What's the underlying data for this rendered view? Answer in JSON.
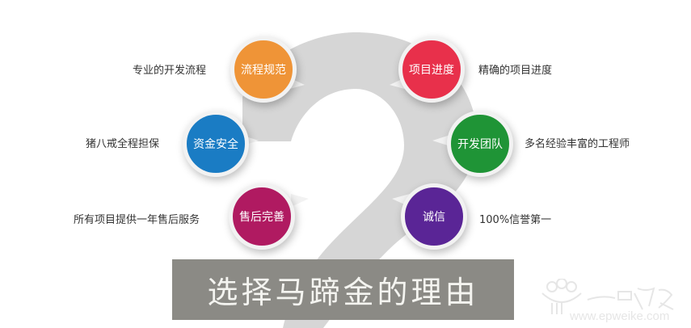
{
  "title": "选择马蹄金的理由",
  "watermark": {
    "url": "www.epweike.com",
    "name": "一品威客"
  },
  "reasons": [
    {
      "label": "流程规范",
      "description": "专业的开发流程",
      "color": "#ef9437",
      "side": "left"
    },
    {
      "label": "项目进度",
      "description": "精确的项目进度",
      "color": "#e8304b",
      "side": "right"
    },
    {
      "label": "资金安全",
      "description": "猪八戒全程担保",
      "color": "#1a7cc4",
      "side": "left"
    },
    {
      "label": "开发团队",
      "description": "多名经验丰富的工程师",
      "color": "#1f9436",
      "side": "right"
    },
    {
      "label": "售后完善",
      "description": "所有项目提供一年售后服务",
      "color": "#b01a61",
      "side": "left"
    },
    {
      "label": "诚信",
      "description": "100%信誉第一",
      "color": "#5a2596",
      "side": "right"
    }
  ],
  "colors": {
    "question_mark": "#d6d6d6",
    "banner_bg": "#8b8a85"
  }
}
